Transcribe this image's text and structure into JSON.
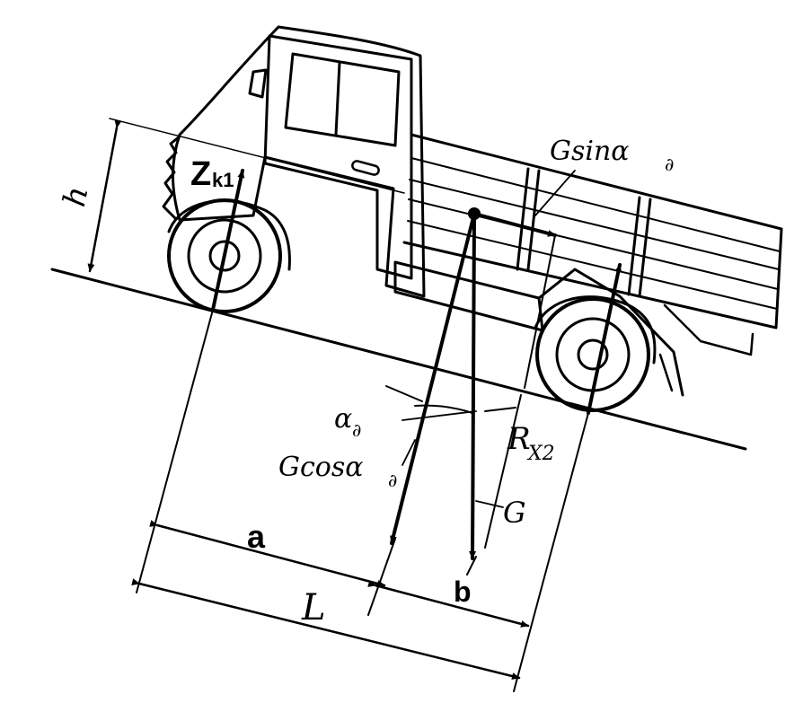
{
  "labels": {
    "z_main": "Z",
    "z_sub": "k1",
    "h": "h",
    "g_sin": "Gsinα",
    "g_sin_sub": "∂",
    "alpha": "α",
    "alpha_sub": "∂",
    "g_cos": "Gcosα",
    "g_cos_sub": "∂",
    "rx_main": "R",
    "rx_sub": "X2",
    "g": "G",
    "a": "a",
    "b": "b",
    "L": "L"
  }
}
